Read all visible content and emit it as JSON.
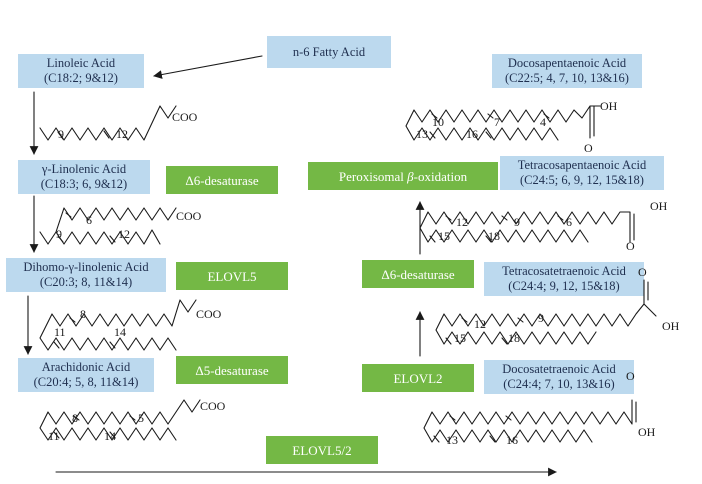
{
  "source": {
    "label": "n-6 Fatty Acid"
  },
  "molecules": [
    {
      "id": "linoleic",
      "name": "Linoleic Acid",
      "formula": "(C18:2; 9&12)",
      "group": "COO",
      "positions": [
        "9",
        "12"
      ]
    },
    {
      "id": "gla",
      "name": "γ-Linolenic Acid",
      "formula": "(C18:3; 6, 9&12)",
      "group": "COO",
      "positions": [
        "6",
        "9",
        "12"
      ]
    },
    {
      "id": "dgla",
      "name": "Dihomo-γ-linolenic Acid",
      "formula": "(C20:3; 8, 11&14)",
      "group": "COO",
      "positions": [
        "8",
        "11",
        "14"
      ]
    },
    {
      "id": "aa",
      "name": "Arachidonic Acid",
      "formula": "(C20:4; 5, 8, 11&14)",
      "group": "COO",
      "positions": [
        "8",
        "5",
        "11",
        "14"
      ]
    },
    {
      "id": "dta",
      "name": "Docosatetraenoic Acid",
      "formula": "(C24:4; 7, 10, 13&16)",
      "group_o": "O",
      "group_oh": "OH",
      "positions": [
        "13",
        "16"
      ]
    },
    {
      "id": "tta",
      "name": "Tetracosatetraenoic Acid",
      "formula": "(C24:4; 9, 12, 15&18)",
      "group_o": "O",
      "group_oh": "OH",
      "positions": [
        "12",
        "9",
        "15",
        "18"
      ]
    },
    {
      "id": "tpa",
      "name": "Tetracosapentaenoic Acid",
      "formula": "(C24:5; 6, 9, 12, 15&18)",
      "group_o": "O",
      "group_oh": "OH",
      "positions": [
        "12",
        "9",
        "6",
        "15",
        "18"
      ]
    },
    {
      "id": "dpa",
      "name": "Docosapentaenoic Acid",
      "formula": "(C22:5; 4, 7, 10, 13&16)",
      "group_o": "O",
      "group_oh": "OH",
      "positions": [
        "10",
        "7",
        "4",
        "13",
        "16"
      ]
    }
  ],
  "enzymes": {
    "d6_left": "Δ6-desaturase",
    "elovl5": "ELOVL5",
    "d5": "Δ5-desaturase",
    "elovl52": "ELOVL5/2",
    "elovl2": "ELOVL2",
    "d6_right": "Δ6-desaturase",
    "perox_prefix": "Peroxisomal ",
    "perox_beta": "β",
    "perox_suffix": "-oxidation"
  },
  "colors": {
    "label_box": "#bcd9ee",
    "enzyme_box": "#74b845",
    "line": "#1a1a1a"
  }
}
